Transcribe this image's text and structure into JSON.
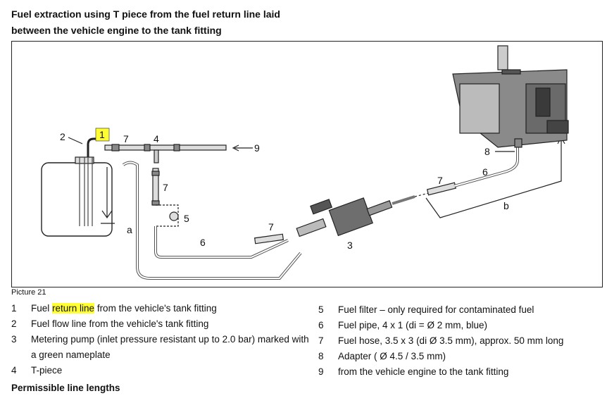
{
  "heading": {
    "line1": "Fuel extraction using T piece from the fuel return line laid",
    "line2": "between the vehicle engine to the tank fitting"
  },
  "figure": {
    "labels": {
      "l1": "1",
      "l2": "2",
      "l3": "3",
      "l4": "4",
      "l5": "5",
      "l6a": "6",
      "l6b": "6",
      "l7a": "7",
      "l7b": "7",
      "l7c": "7",
      "l7d": "7",
      "l8": "8",
      "l9": "9",
      "la": "a",
      "lb": "b"
    },
    "highlight_color": "#ffff33"
  },
  "caption": "Picture 21",
  "legend_left": [
    {
      "num": "1",
      "pre": "Fuel ",
      "hl": "return line",
      "post": " from the vehicle's tank fitting"
    },
    {
      "num": "2",
      "pre": "Fuel flow line from the vehicle's tank fitting",
      "hl": "",
      "post": ""
    },
    {
      "num": "3",
      "pre": "Metering pump (inlet pressure resistant up to 2.0 bar) marked with",
      "hl": "",
      "post": ""
    },
    {
      "num": "",
      "pre": "a green nameplate",
      "hl": "",
      "post": ""
    },
    {
      "num": "4",
      "pre": "T-piece",
      "hl": "",
      "post": ""
    }
  ],
  "legend_right": [
    {
      "num": "5",
      "text": "Fuel filter – only required for contaminated fuel"
    },
    {
      "num": "6",
      "text": "Fuel pipe, 4 x 1 (di = Ø 2 mm, blue)"
    },
    {
      "num": "7",
      "text": "Fuel hose, 3.5 x 3 (di Ø 3.5 mm), approx. 50 mm long"
    },
    {
      "num": "8",
      "text": "Adapter ( Ø 4.5 / 3.5 mm)"
    },
    {
      "num": "9",
      "text": "from the vehicle engine to the tank fitting"
    }
  ],
  "footer": "Permissible line lengths"
}
